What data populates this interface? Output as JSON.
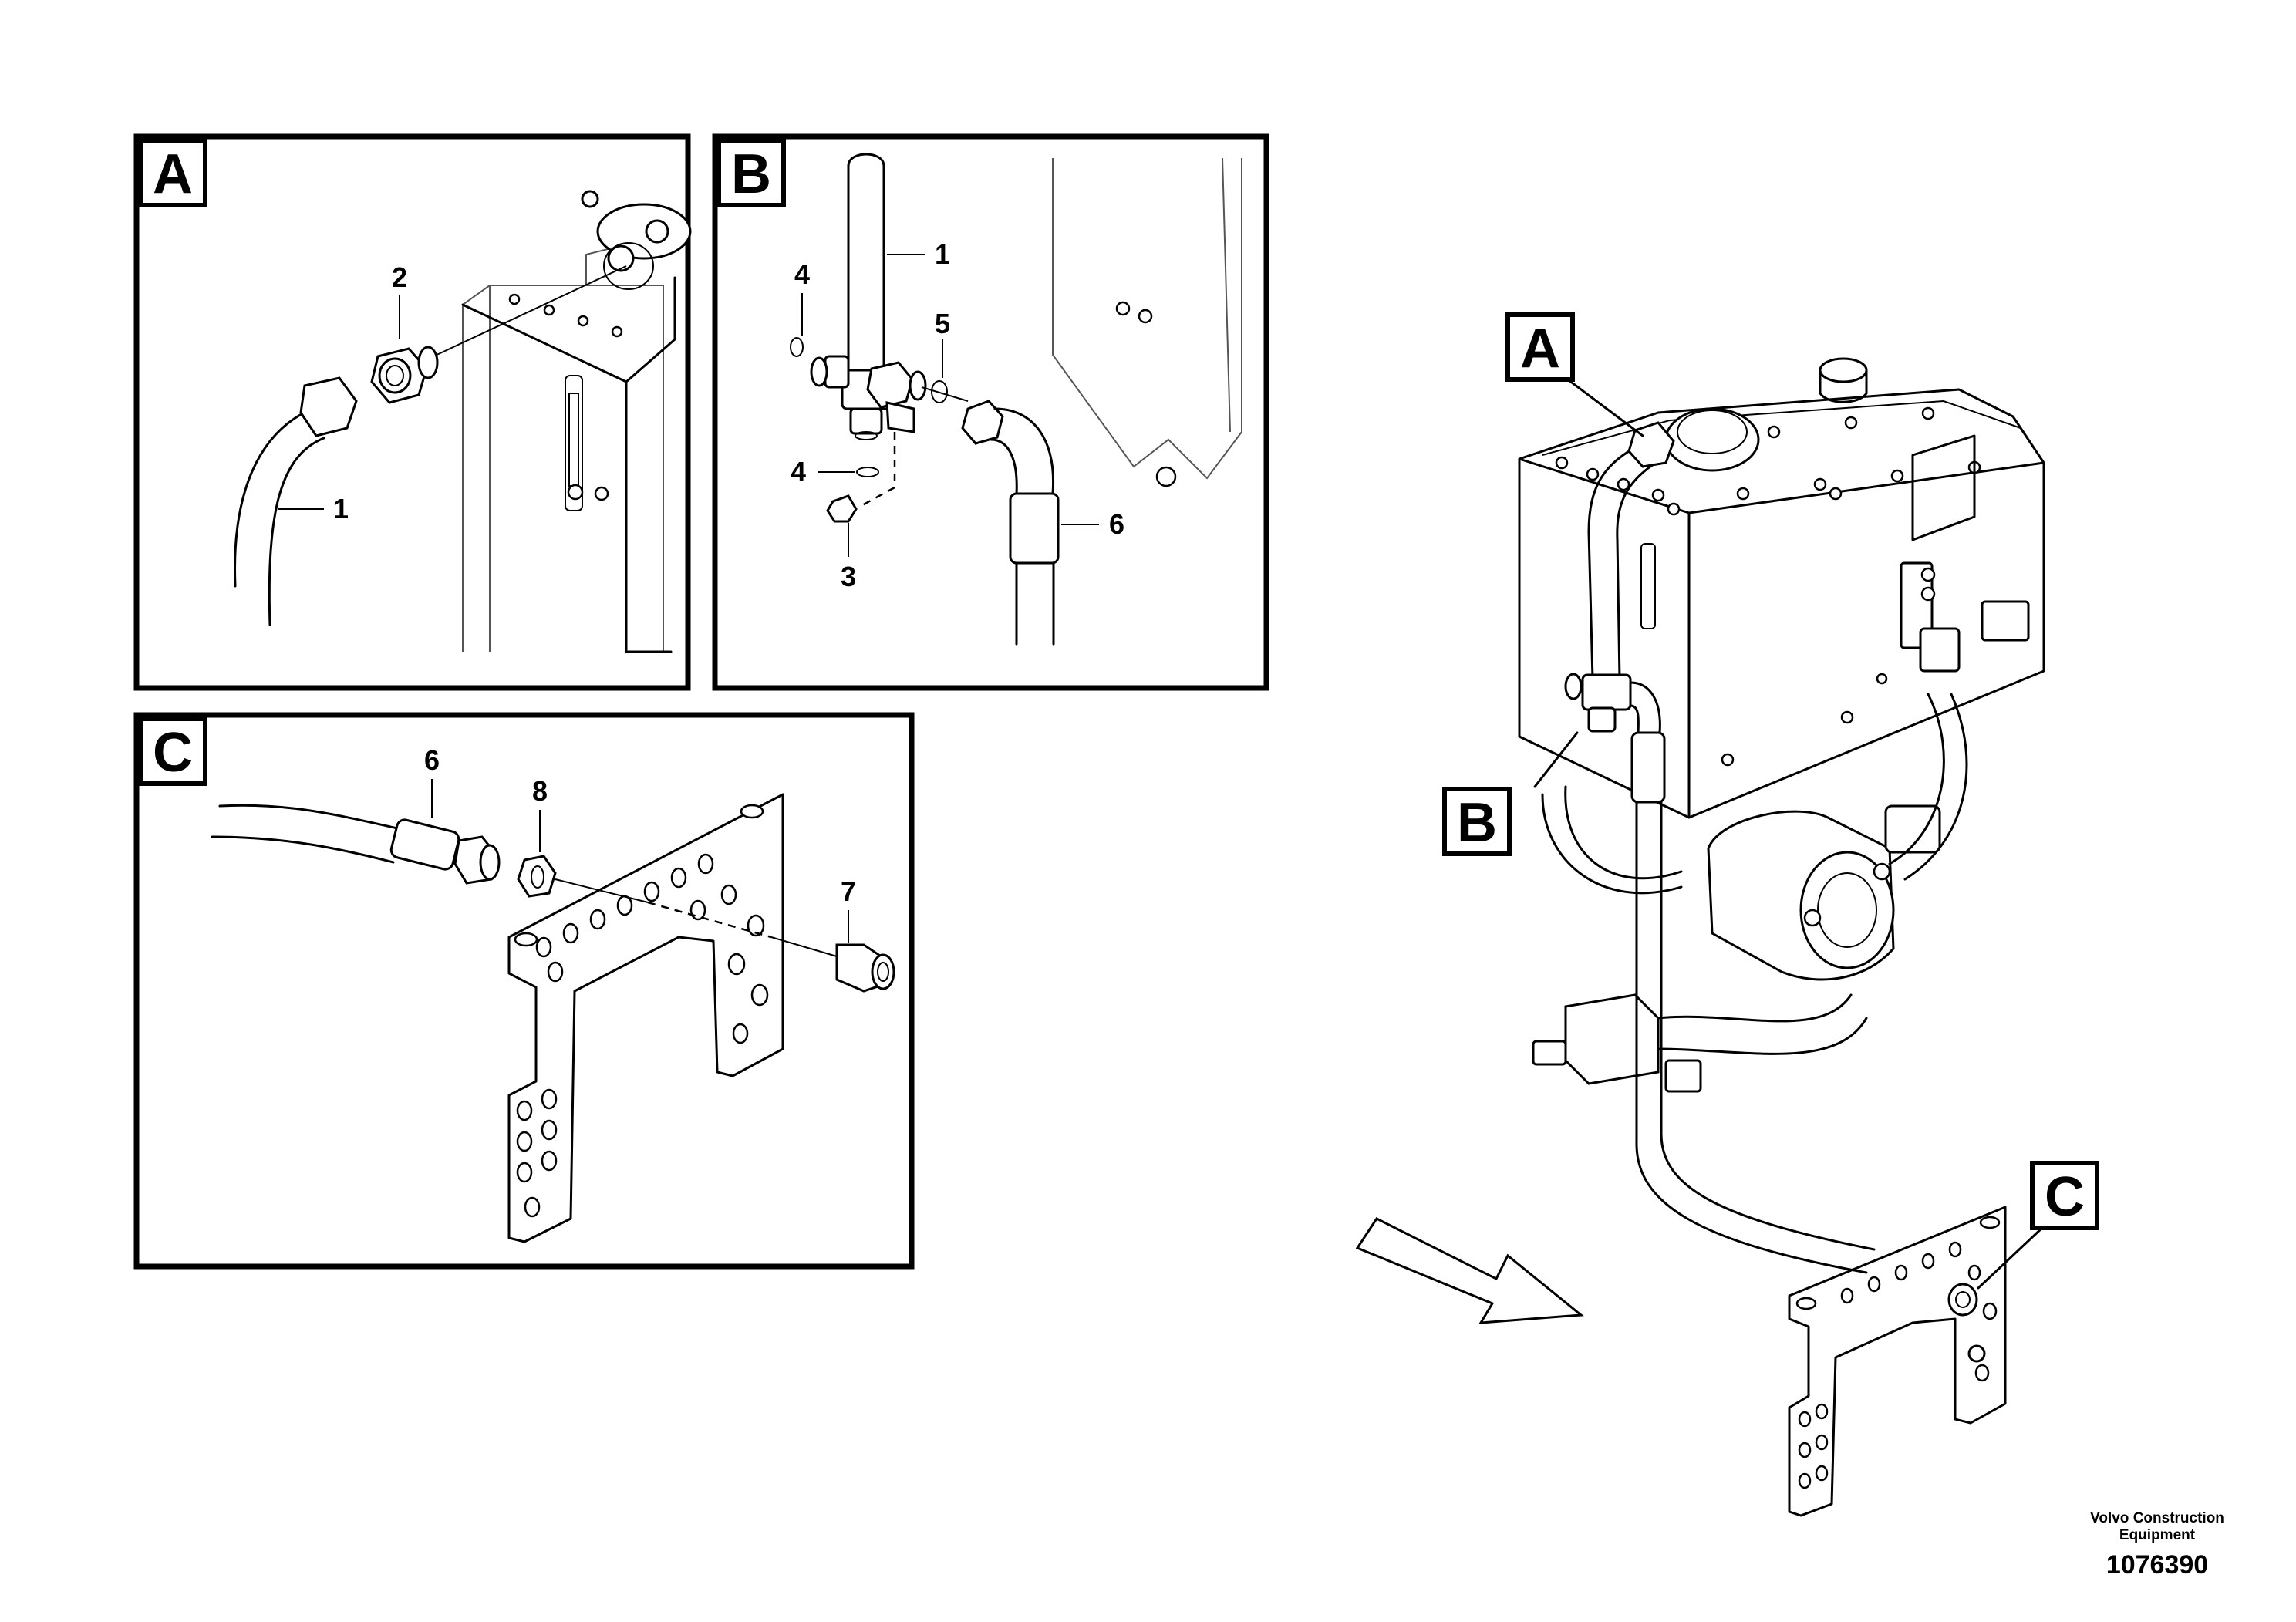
{
  "panels": {
    "a": {
      "tag": "A",
      "callouts": [
        "2",
        "1"
      ]
    },
    "b": {
      "tag": "B",
      "callouts": [
        "1",
        "4",
        "5",
        "4",
        "3",
        "6"
      ]
    },
    "c": {
      "tag": "C",
      "callouts": [
        "6",
        "8",
        "7"
      ]
    }
  },
  "overview": {
    "tags": [
      "A",
      "B",
      "C"
    ]
  },
  "footer": {
    "brand_line1": "Volvo Construction",
    "brand_line2": "Equipment",
    "drawing_number": "1076390"
  },
  "icons": {
    "direction": "travel-direction-arrow-icon"
  }
}
